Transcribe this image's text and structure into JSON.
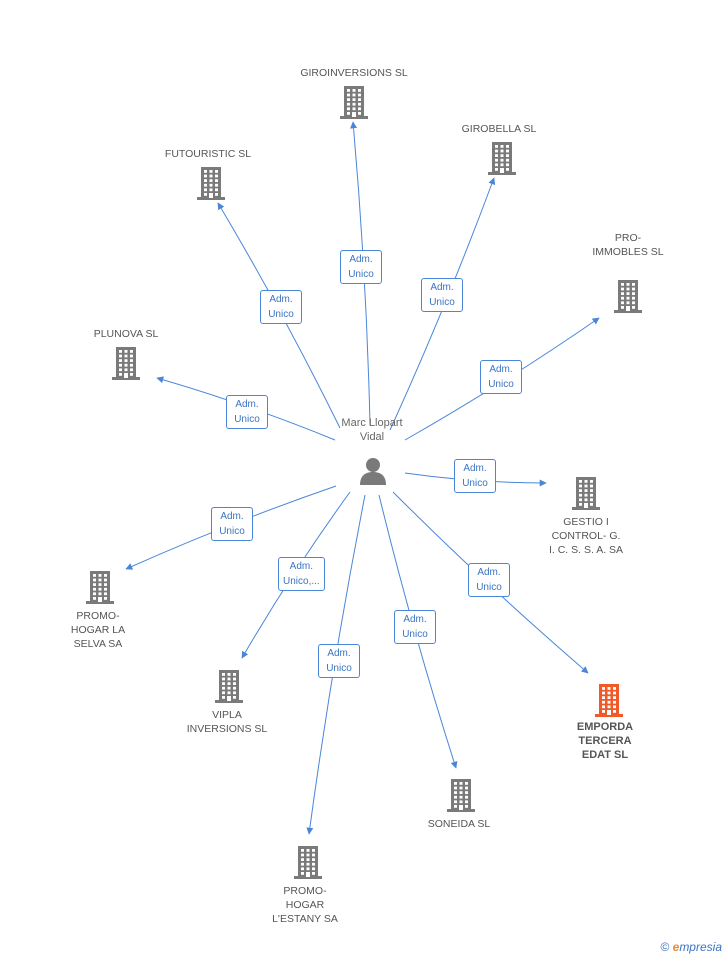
{
  "person": {
    "name": "Marc Llopart\nVidal"
  },
  "colors": {
    "edge": "#4a86d8",
    "building": "#7a7a7a",
    "highlight": "#f05a28"
  },
  "companies": [
    {
      "key": "giroinversions",
      "label": "GIROINVERSIONS SL",
      "role": "Adm.\nUnico"
    },
    {
      "key": "girobella",
      "label": "GIROBELLA SL",
      "role": "Adm.\nUnico"
    },
    {
      "key": "futouristic",
      "label": "FUTOURISTIC  SL",
      "role": "Adm.\nUnico"
    },
    {
      "key": "pro-immobles",
      "label": "PRO-\nIMMOBLES SL",
      "role": "Adm.\nUnico"
    },
    {
      "key": "plunova",
      "label": "PLUNOVA SL",
      "role": "Adm.\nUnico"
    },
    {
      "key": "gestio",
      "label": "GESTIO I\nCONTROL- G.\nI. C. S. S. A. SA",
      "role": "Adm.\nUnico"
    },
    {
      "key": "promo-selva",
      "label": "PROMO-\nHOGAR LA\nSELVA SA",
      "role": "Adm.\nUnico"
    },
    {
      "key": "emporda",
      "label": "EMPORDA\nTERCERA\nEDAT  SL",
      "role": "Adm.\nUnico",
      "highlight": true
    },
    {
      "key": "vipla",
      "label": "VIPLA\nINVERSIONS SL",
      "role": "Adm.\nUnico,..."
    },
    {
      "key": "soneida",
      "label": "SONEIDA SL",
      "role": "Adm.\nUnico"
    },
    {
      "key": "promo-estany",
      "label": "PROMO-\nHOGAR\nL'ESTANY SA",
      "role": "Adm.\nUnico"
    }
  ],
  "footer": {
    "copyright": "©",
    "brand_e": "e",
    "brand_rest": "mpresia"
  }
}
